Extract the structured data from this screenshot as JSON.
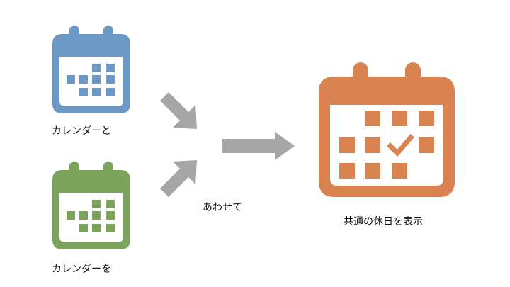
{
  "calendar_a": {
    "label": "カレンダーと",
    "color": "#6b98c4"
  },
  "calendar_b": {
    "label": "カレンダーを",
    "color": "#7ba35c"
  },
  "merge": {
    "label": "あわせて",
    "arrow_color": "#a6a6a6"
  },
  "result": {
    "label": "共通の休日を表示",
    "color": "#d98350"
  }
}
